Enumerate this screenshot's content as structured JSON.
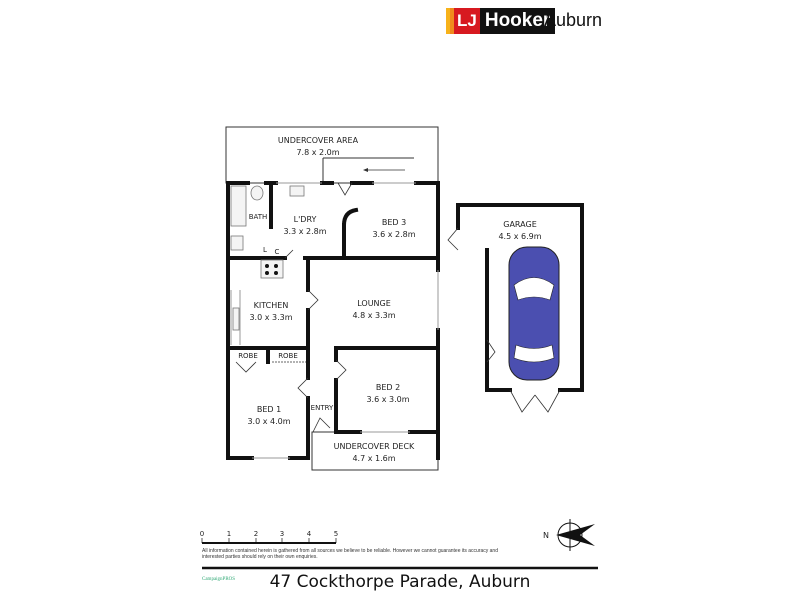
{
  "header": {
    "brand": {
      "lj": "LJ",
      "name": "Hooker"
    },
    "office": "Auburn"
  },
  "rooms": {
    "undercover_area": {
      "name": "UNDERCOVER AREA",
      "size": "7.8 x 2.0m"
    },
    "bath": {
      "name": "BATH"
    },
    "laundry": {
      "name": "L'DRY",
      "size": "3.3 x 2.8m"
    },
    "bed3": {
      "name": "BED 3",
      "size": "3.6 x 2.8m"
    },
    "garage": {
      "name": "GARAGE",
      "size": "4.5 x 6.9m"
    },
    "kitchen": {
      "name": "KITCHEN",
      "size": "3.0 x 3.3m"
    },
    "lounge": {
      "name": "LOUNGE",
      "size": "4.8 x 3.3m"
    },
    "robe1": {
      "name": "ROBE"
    },
    "robe2": {
      "name": "ROBE"
    },
    "bed2": {
      "name": "BED 2",
      "size": "3.6 x 3.0m"
    },
    "bed1": {
      "name": "BED 1",
      "size": "3.0 x 4.0m"
    },
    "entry": {
      "name": "ENTRY"
    },
    "undercover_deck": {
      "name": "UNDERCOVER DECK",
      "size": "4.7 x 1.6m"
    },
    "linen": "L",
    "cupboard": "C"
  },
  "colors": {
    "car": "#4b4fb0",
    "walls": "#111111",
    "logo_red": "#d71920"
  },
  "scale": {
    "ticks": [
      "0",
      "1",
      "2",
      "3",
      "4",
      "5"
    ]
  },
  "compass": {
    "label": "N"
  },
  "disclaimer": "All information contained herein is gathered from all sources we believe to be reliable. However we cannot guarantee its accuracy and interested parties should rely on their own enquiries.",
  "credit": "CampaignPROS",
  "address": "47 Cockthorpe Parade, Auburn"
}
